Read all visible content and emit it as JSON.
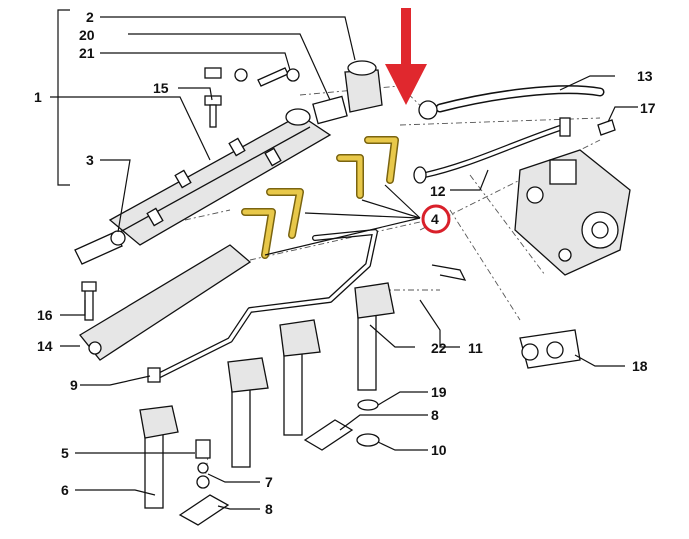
{
  "callouts": {
    "c1": "1",
    "c2": "2",
    "c3": "3",
    "c4": "4",
    "c5": "5",
    "c6": "6",
    "c7": "7",
    "c8a": "8",
    "c8b": "8",
    "c9": "9",
    "c10": "10",
    "c11": "11",
    "c12": "12",
    "c13": "13",
    "c14": "14",
    "c15": "15",
    "c16": "16",
    "c17": "17",
    "c18": "18",
    "c19": "19",
    "c20": "20",
    "c21": "21",
    "c22": "22"
  },
  "highlight": {
    "part": "4",
    "ring_color": "#d9202a",
    "arrow_color": "#e0282e",
    "pipe_color": "#e8c84a"
  }
}
